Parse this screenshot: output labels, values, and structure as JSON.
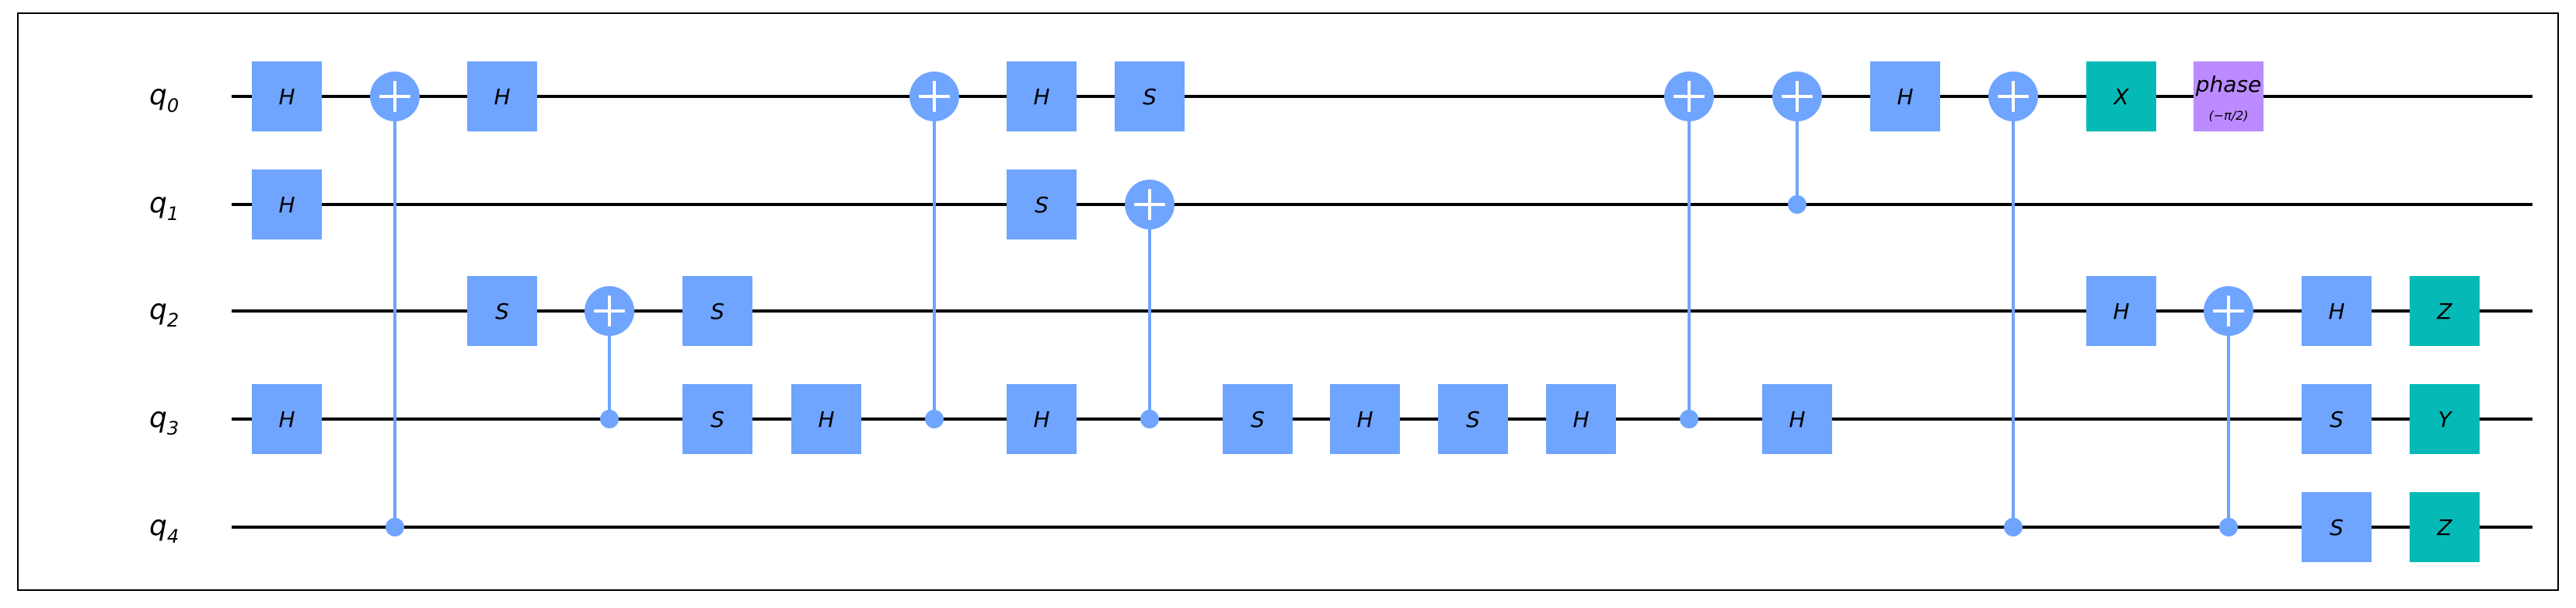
{
  "qubits": [
    {
      "label": "q",
      "sub": "0"
    },
    {
      "label": "q",
      "sub": "1"
    },
    {
      "label": "q",
      "sub": "2"
    },
    {
      "label": "q",
      "sub": "3"
    },
    {
      "label": "q",
      "sub": "4"
    }
  ],
  "colors": {
    "clifford": "#6fa4ff",
    "pauli": "#05bab6",
    "phase": "#bb8bff",
    "wire": "#000000",
    "control": "#6fa4ff"
  },
  "gates": [
    {
      "type": "box",
      "text": "H",
      "q": 0,
      "col": 0
    },
    {
      "type": "box",
      "text": "H",
      "q": 1,
      "col": 0
    },
    {
      "type": "box",
      "text": "H",
      "q": 3,
      "col": 0
    },
    {
      "type": "cx",
      "target": 0,
      "control": 4,
      "col": 1
    },
    {
      "type": "box",
      "text": "H",
      "q": 0,
      "col": 2
    },
    {
      "type": "box",
      "text": "S",
      "q": 2,
      "col": 2
    },
    {
      "type": "cx",
      "target": 2,
      "control": 3,
      "col": 3
    },
    {
      "type": "box",
      "text": "S",
      "q": 2,
      "col": 4
    },
    {
      "type": "box",
      "text": "S",
      "q": 3,
      "col": 4
    },
    {
      "type": "box",
      "text": "H",
      "q": 3,
      "col": 5
    },
    {
      "type": "cx",
      "target": 0,
      "control": 3,
      "col": 6
    },
    {
      "type": "box",
      "text": "H",
      "q": 0,
      "col": 7
    },
    {
      "type": "box",
      "text": "S",
      "q": 1,
      "col": 7
    },
    {
      "type": "box",
      "text": "H",
      "q": 3,
      "col": 7
    },
    {
      "type": "box",
      "text": "S",
      "q": 0,
      "col": 8
    },
    {
      "type": "cx",
      "target": 1,
      "control": 3,
      "col": 8
    },
    {
      "type": "box",
      "text": "S",
      "q": 3,
      "col": 9
    },
    {
      "type": "box",
      "text": "H",
      "q": 3,
      "col": 10
    },
    {
      "type": "box",
      "text": "S",
      "q": 3,
      "col": 11
    },
    {
      "type": "box",
      "text": "H",
      "q": 3,
      "col": 12
    },
    {
      "type": "cx",
      "target": 0,
      "control": 3,
      "col": 13
    },
    {
      "type": "cx",
      "target": 0,
      "control": 1,
      "col": 14
    },
    {
      "type": "box",
      "text": "H",
      "q": 3,
      "col": 14
    },
    {
      "type": "box",
      "text": "H",
      "q": 0,
      "col": 15
    },
    {
      "type": "cx",
      "target": 0,
      "control": 4,
      "col": 16
    },
    {
      "type": "box",
      "text": "X",
      "q": 0,
      "col": 17,
      "style": "pauli"
    },
    {
      "type": "box",
      "text": "H",
      "q": 2,
      "col": 17
    },
    {
      "type": "box",
      "text": "phase",
      "sub": "(−π/2)",
      "q": 0,
      "col": 18,
      "style": "phase"
    },
    {
      "type": "cx",
      "target": 2,
      "control": 4,
      "col": 18
    },
    {
      "type": "box",
      "text": "H",
      "q": 2,
      "col": 19
    },
    {
      "type": "box",
      "text": "S",
      "q": 3,
      "col": 19
    },
    {
      "type": "box",
      "text": "S",
      "q": 4,
      "col": 19
    },
    {
      "type": "box",
      "text": "Z",
      "q": 2,
      "col": 20,
      "style": "pauli"
    },
    {
      "type": "box",
      "text": "Y",
      "q": 3,
      "col": 20,
      "style": "pauli"
    },
    {
      "type": "box",
      "text": "Z",
      "q": 4,
      "col": 20,
      "style": "pauli"
    }
  ]
}
